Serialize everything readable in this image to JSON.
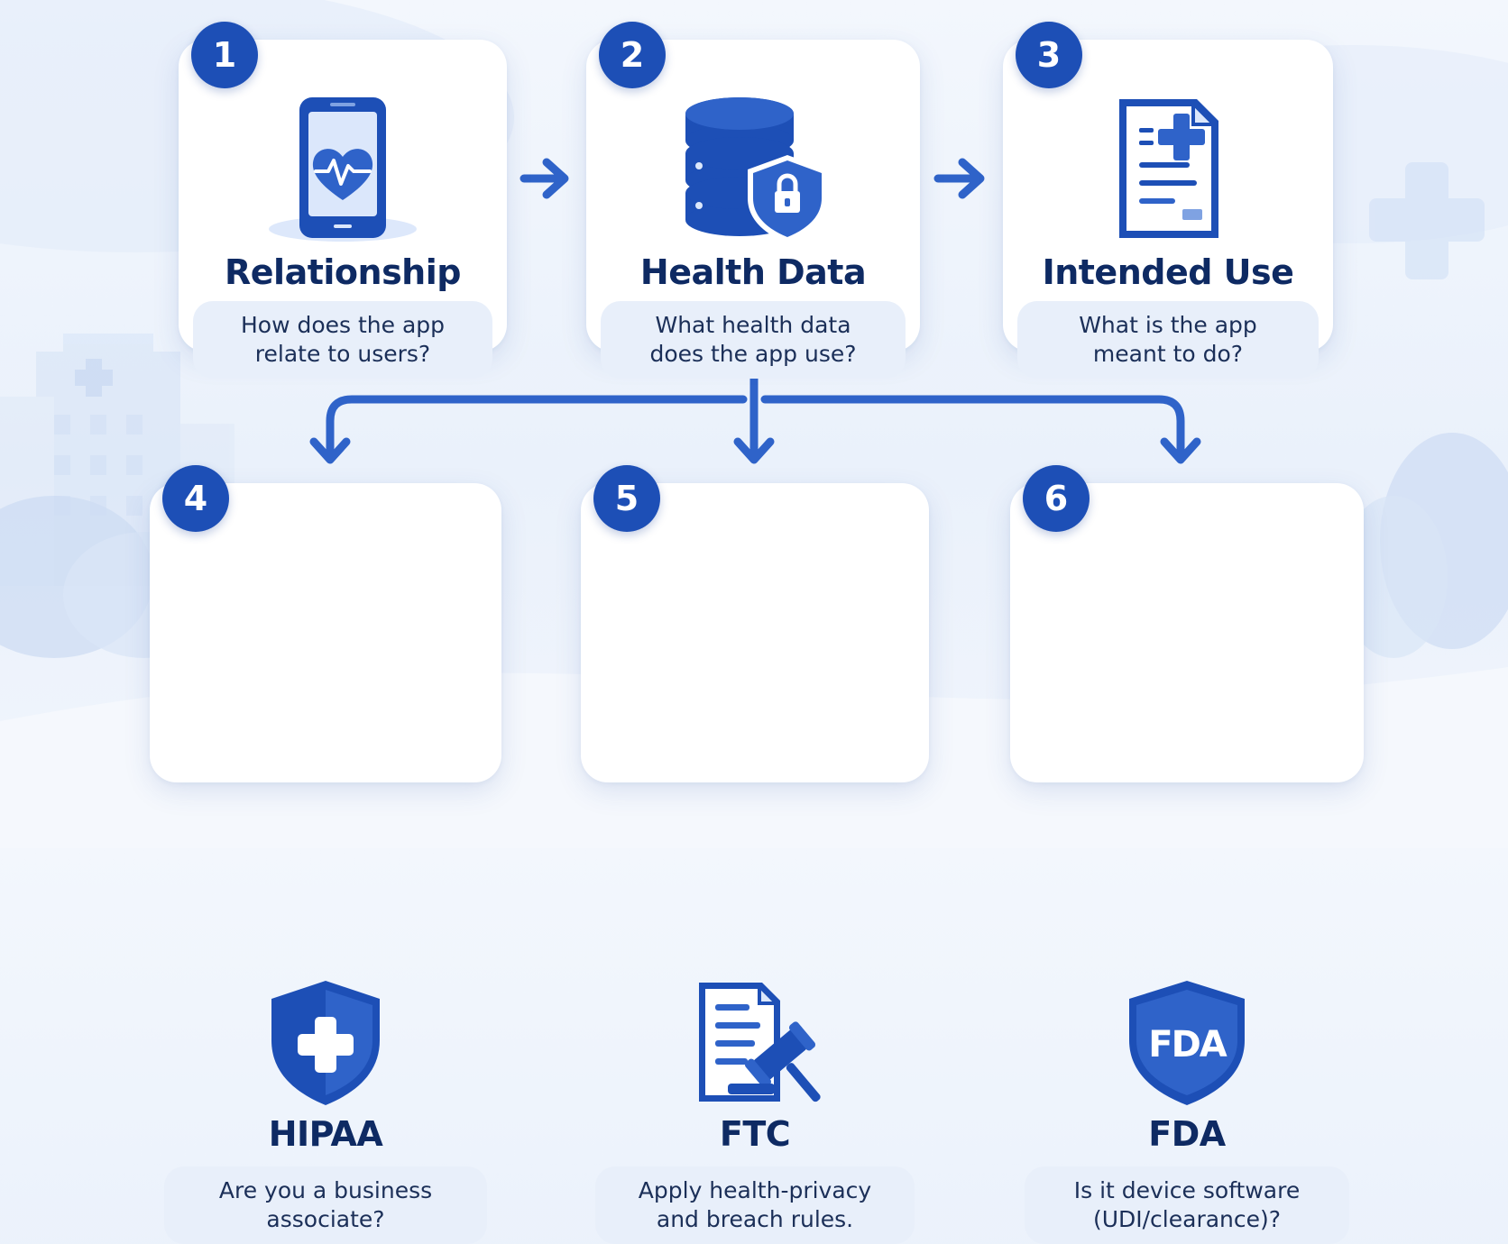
{
  "steps": [
    {
      "number": "1",
      "title": "Relationship",
      "description": "How does the app\nrelate to users?"
    },
    {
      "number": "2",
      "title": "Health Data",
      "description": "What health data\ndoes the app use?"
    },
    {
      "number": "3",
      "title": "Intended Use",
      "description": "What is the app\nmeant to do?"
    }
  ],
  "outcomes": [
    {
      "number": "4",
      "title": "HIPAA",
      "description": "Are you a business\nassociate?"
    },
    {
      "number": "5",
      "title": "FTC",
      "description": "Apply health-privacy\nand breach rules."
    },
    {
      "number": "6",
      "title": "FDA",
      "description": "Is it device software\n(UDI/clearance)?"
    }
  ],
  "icons": {
    "step1": "smartphone-heart-icon",
    "step2": "database-shield-icon",
    "step3": "medical-document-icon",
    "outcome4": "shield-cross-icon",
    "outcome5": "document-gavel-icon",
    "outcome6": "fda-shield-icon"
  },
  "badges": {
    "fda_logo_text": "FDA"
  },
  "colors": {
    "primary": "#1d4fb6",
    "arrow": "#2f63c9",
    "title": "#0e2a63",
    "desc_bg": "#e8effa",
    "icon_light": "#dde8fb"
  }
}
